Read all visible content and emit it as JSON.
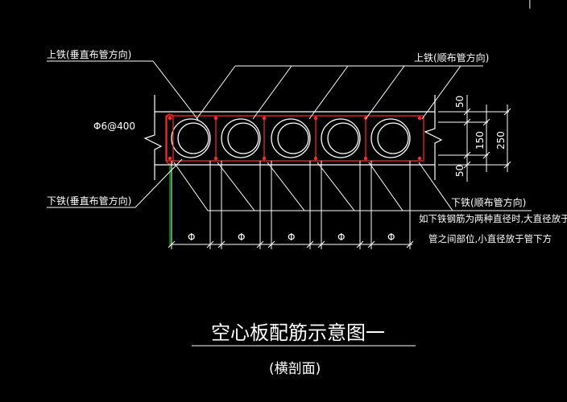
{
  "labels": {
    "top_left": "上铁(垂直布管方向)",
    "top_right": "上铁(顺布管方向)",
    "stirrup": "Φ6@400",
    "bottom_left": "下铁(垂直布管方向)",
    "bottom_right": "下铁(顺布管方向)",
    "note_line1": "如下铁钢筋为两种直径时,大直径放于",
    "note_line2": "管之间部位,小直径放于管下方",
    "tube_diameter_symbol": "Φ",
    "title": "空心板配筋示意图一",
    "subtitle": "(横剖面)"
  },
  "dimensions": {
    "top_cover": "50",
    "tube_zone": "150",
    "total": "250",
    "bottom_cover": "50"
  },
  "tube_count": 5,
  "colors": {
    "background": "#000000",
    "lines": "#ffffff",
    "rebar": "#ff2a2a",
    "stirrup": "#00cc00",
    "dims": "#ffffff"
  },
  "corner_mark": "|"
}
